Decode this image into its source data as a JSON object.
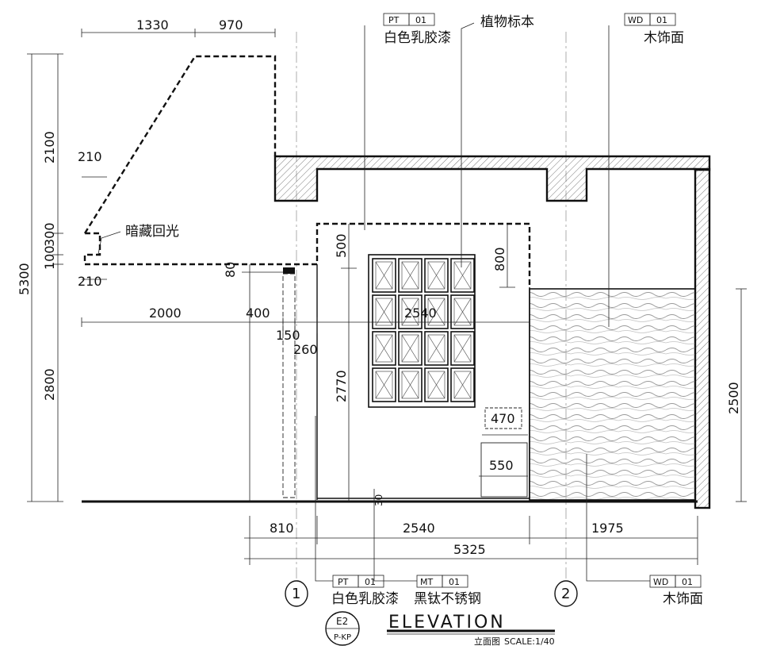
{
  "dimensions": {
    "top_1330": "1330",
    "top_970": "970",
    "left_5300": "5300",
    "left_2100": "2100",
    "left_300": "300",
    "left_100": "100",
    "left_2800": "2800",
    "d_210_upper": "210",
    "d_210_lower": "210",
    "d_80": "80",
    "d_2000": "2000",
    "d_400": "400",
    "d_150": "150",
    "d_260": "260",
    "d_2540_mid": "2540",
    "d_2770": "2770",
    "d_500": "500",
    "d_800": "800",
    "d_470": "470",
    "d_550": "550",
    "d_30": "30",
    "d_2500": "2500",
    "bottom_810": "810",
    "bottom_2540": "2540",
    "bottom_1975": "1975",
    "bottom_5325": "5325"
  },
  "tags": {
    "pt01_top": {
      "code": "PT",
      "num": "01",
      "label": "白色乳胶漆"
    },
    "plant": {
      "label": "植物标本"
    },
    "wd01_top": {
      "code": "WD",
      "num": "01",
      "label": "木饰面"
    },
    "hidden_light": {
      "label": "暗藏回光"
    },
    "pt01_bottom": {
      "code": "PT",
      "num": "01",
      "label": "白色乳胶漆"
    },
    "mt01_bottom": {
      "code": "MT",
      "num": "01",
      "label": "黑钛不锈钢"
    },
    "wd01_bottom": {
      "code": "WD",
      "num": "01",
      "label": "木饰面"
    }
  },
  "axes": {
    "axis_1": "1",
    "axis_2": "2"
  },
  "title_block": {
    "code": "E2",
    "sheet": "P-KP",
    "title": "ELEVATION",
    "subtitle": "立面图",
    "scale": "SCALE:1/40"
  }
}
